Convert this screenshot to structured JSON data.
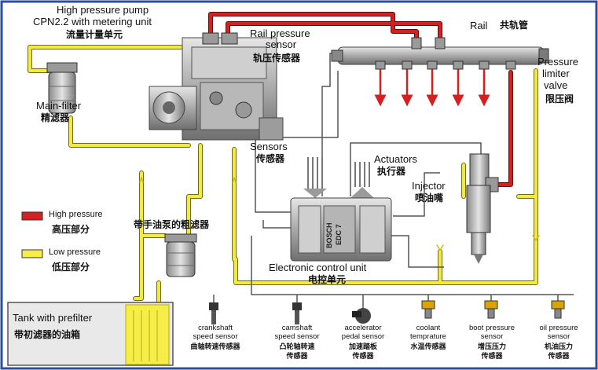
{
  "title": {
    "en_line1": "High pressure pump",
    "en_line2": "CPN2.2 with metering unit",
    "zh": "流量计量单元"
  },
  "rail": {
    "en": "Rail",
    "zh": "共轨管"
  },
  "rail_sensor": {
    "en_line1": "Rail pressure",
    "en_line2": "sensor",
    "zh": "轨压传感器"
  },
  "limiter": {
    "en_line1": "Pressure",
    "en_line2": "limiter",
    "en_line3": "valve",
    "zh": "限压阀"
  },
  "main_filter": {
    "en": "Main-filter",
    "zh": "精滤器"
  },
  "sensors": {
    "en": "Sensors",
    "zh": "传感器"
  },
  "actuators": {
    "en": "Actuators",
    "zh": "执行器"
  },
  "injector": {
    "en": "Injector",
    "zh": "喷油嘴"
  },
  "legend": {
    "high_en": "High pressure",
    "high_zh": "高压部分",
    "low_en": "Low pressure",
    "low_zh": "低压部分",
    "high_color": "#d42020",
    "low_color": "#f5ee4a"
  },
  "prefilter_label": {
    "zh": "带手油泵的粗滤器"
  },
  "ecu": {
    "en": "Electronic control unit",
    "zh": "电控单元",
    "brand": "BOSCH",
    "model": "EDC 7"
  },
  "tank": {
    "en": "Tank with prefilter",
    "zh": "带初滤器的油箱"
  },
  "sensor_list": [
    {
      "en_line1": "crankshaft",
      "en_line2": "speed sensor",
      "zh_line1": "曲轴转速传感器",
      "zh_line2": ""
    },
    {
      "en_line1": "camshaft",
      "en_line2": "speed sensor",
      "zh_line1": "凸轮轴转速",
      "zh_line2": "传感器"
    },
    {
      "en_line1": "accelerator",
      "en_line2": "pedal sensor",
      "zh_line1": "加速踏板",
      "zh_line2": "传感器"
    },
    {
      "en_line1": "coolant",
      "en_line2": "temprature",
      "zh_line1": "水温传感器",
      "zh_line2": ""
    },
    {
      "en_line1": "boot pressure",
      "en_line2": "sensor",
      "zh_line1": "增压压力",
      "zh_line2": "传感器"
    },
    {
      "en_line1": "oil pressure",
      "en_line2": "sensor",
      "zh_line1": "机油压力",
      "zh_line2": "传感器"
    }
  ]
}
